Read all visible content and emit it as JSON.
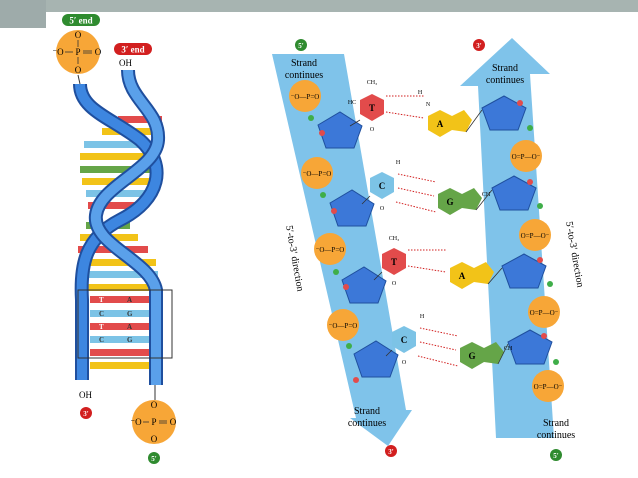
{
  "colors": {
    "slide_bar": "#a7b4b1",
    "backbone_blue": "#2f6fd1",
    "strand_arrow": "#7fc3ea",
    "phosphate_orange": "#f7a637",
    "sugar_blue": "#3c78d8",
    "thymine_red": "#e24b4b",
    "adenine_yellow": "#f2c318",
    "cytosine_blue": "#7cc3e6",
    "guanine_green": "#65a548",
    "end_badge_green": "#2f8b2f",
    "end_badge_red": "#d21f1f"
  },
  "helix": {
    "top_left_end": "5′ end",
    "top_right_end": "3′ end",
    "top_right_group": "OH",
    "bottom_left_group": "OH",
    "bottom_left_end": "3′",
    "bottom_right_end": "5′",
    "phosphate": {
      "o": "O",
      "o_minus": "⁻O",
      "p": "P",
      "dbl_o": "O"
    },
    "pair_labels": [
      {
        "left": "T",
        "right": "A"
      },
      {
        "left": "C",
        "right": "G"
      },
      {
        "left": "T",
        "right": "A"
      },
      {
        "left": "C",
        "right": "G"
      }
    ]
  },
  "detail": {
    "left_top_end": "5′",
    "right_top_end": "3′",
    "left_bottom_end": "3′",
    "right_bottom_end": "5′",
    "left_top_label": [
      "Strand",
      "continues"
    ],
    "right_top_label": [
      "Strand",
      "continues"
    ],
    "left_bottom_label": [
      "Strand",
      "continues"
    ],
    "right_bottom_label": [
      "Strand",
      "continues"
    ],
    "left_direction": "5′-to-3′ direction",
    "right_direction": "5′-to-3′ direction",
    "left_phosphate": "⁻O—P=O",
    "right_phosphate": "O=P—O⁻",
    "bases": [
      {
        "left": "T",
        "right": "A"
      },
      {
        "left": "C",
        "right": "G"
      },
      {
        "left": "T",
        "right": "A"
      },
      {
        "left": "C",
        "right": "G"
      }
    ],
    "atom_h": "H",
    "atom_n": "N",
    "atom_o": "O",
    "atom_ch3": "CH₃",
    "atom_h2c": "H₂C",
    "atom_ch2": "CH₂",
    "atom_hc": "HC",
    "atom_ch": "CH"
  }
}
